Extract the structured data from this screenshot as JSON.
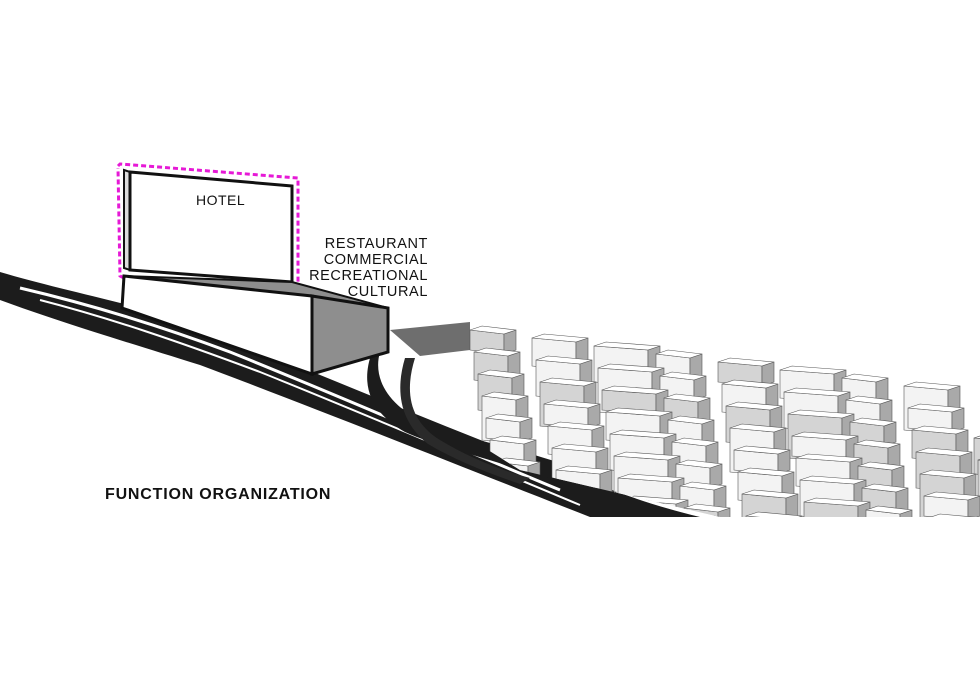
{
  "labels": {
    "hotel": "HOTEL",
    "program": [
      "RESTAURANT",
      "COMMERCIAL",
      "RECREATIONAL",
      "CULTURAL"
    ],
    "title": "FUNCTION ORGANIZATION"
  },
  "colors": {
    "highlight_outline": "#e619d6",
    "ink": "#111111",
    "road": "#1c1c1c",
    "block_front": "#ffffff",
    "block_side": "#a9a9a9",
    "block_shade": "#8e8e8e"
  }
}
